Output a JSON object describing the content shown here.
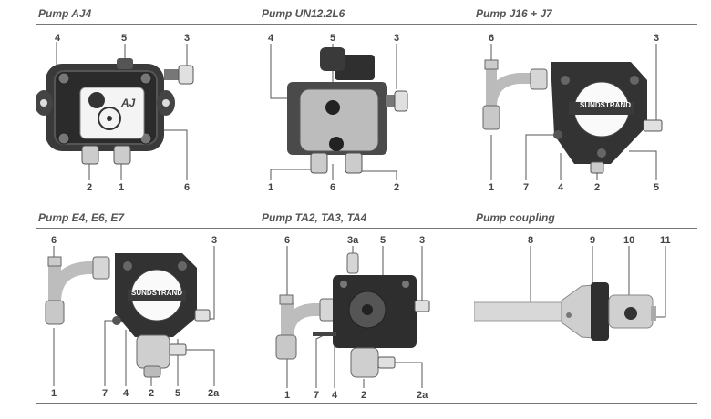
{
  "panels": [
    {
      "title": "Pump AJ4",
      "labels": [
        "4",
        "5",
        "3",
        "2",
        "1",
        "6"
      ],
      "dial": "AJ"
    },
    {
      "title": "Pump UN12.2L6",
      "labels": [
        "4",
        "5",
        "3",
        "1",
        "6",
        "2"
      ]
    },
    {
      "title": "Pump J16 + J7",
      "labels": [
        "6",
        "3",
        "1",
        "7",
        "4",
        "2",
        "5"
      ],
      "brand": "SUNDSTRAND"
    },
    {
      "title": "Pump E4, E6, E7",
      "labels": [
        "6",
        "3",
        "1",
        "7",
        "4",
        "2",
        "5",
        "2a"
      ],
      "brand": "SUNDSTRAND"
    },
    {
      "title": "Pump TA2, TA3, TA4",
      "labels": [
        "6",
        "3a",
        "5",
        "3",
        "1",
        "7",
        "4",
        "2",
        "2a"
      ]
    },
    {
      "title": "Pump coupling",
      "labels": [
        "8",
        "9",
        "10",
        "11"
      ]
    }
  ]
}
